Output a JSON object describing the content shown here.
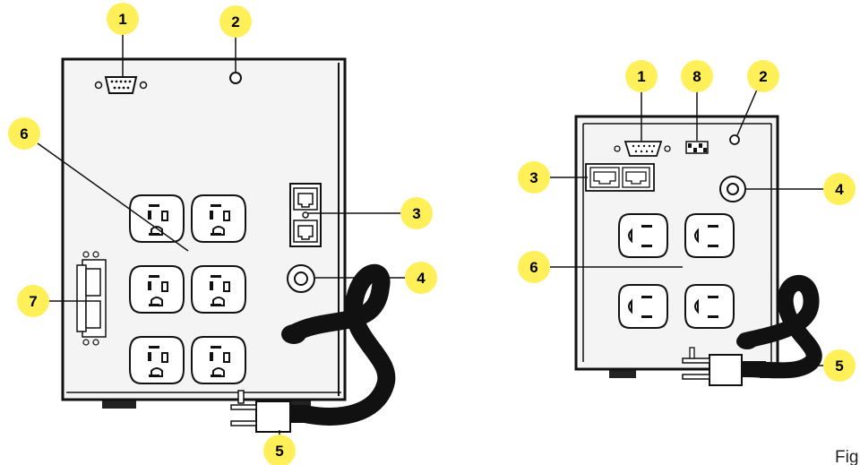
{
  "figure": {
    "caption": "Fig"
  },
  "colors": {
    "callout_fill": "#fff05a",
    "housing_fill": "#f4f4f4",
    "outline": "#111111",
    "cord": "#111111"
  },
  "large_unit": {
    "callouts": [
      {
        "id": "serial-port",
        "label": "1"
      },
      {
        "id": "circuit-breaker-hole",
        "label": "2"
      },
      {
        "id": "network-surge-jacks",
        "label": "3"
      },
      {
        "id": "circuit-breaker",
        "label": "4"
      },
      {
        "id": "power-cord-plug",
        "label": "5"
      },
      {
        "id": "outlets",
        "label": "6"
      },
      {
        "id": "coax-protection",
        "label": "7"
      }
    ]
  },
  "small_unit": {
    "callouts": [
      {
        "id": "serial-port",
        "label": "1"
      },
      {
        "id": "dip-switch",
        "label": "8"
      },
      {
        "id": "circuit-breaker-hole",
        "label": "2"
      },
      {
        "id": "network-surge-jacks",
        "label": "3"
      },
      {
        "id": "circuit-breaker",
        "label": "4"
      },
      {
        "id": "outlets",
        "label": "6"
      },
      {
        "id": "power-cord-plug",
        "label": "5"
      }
    ]
  }
}
